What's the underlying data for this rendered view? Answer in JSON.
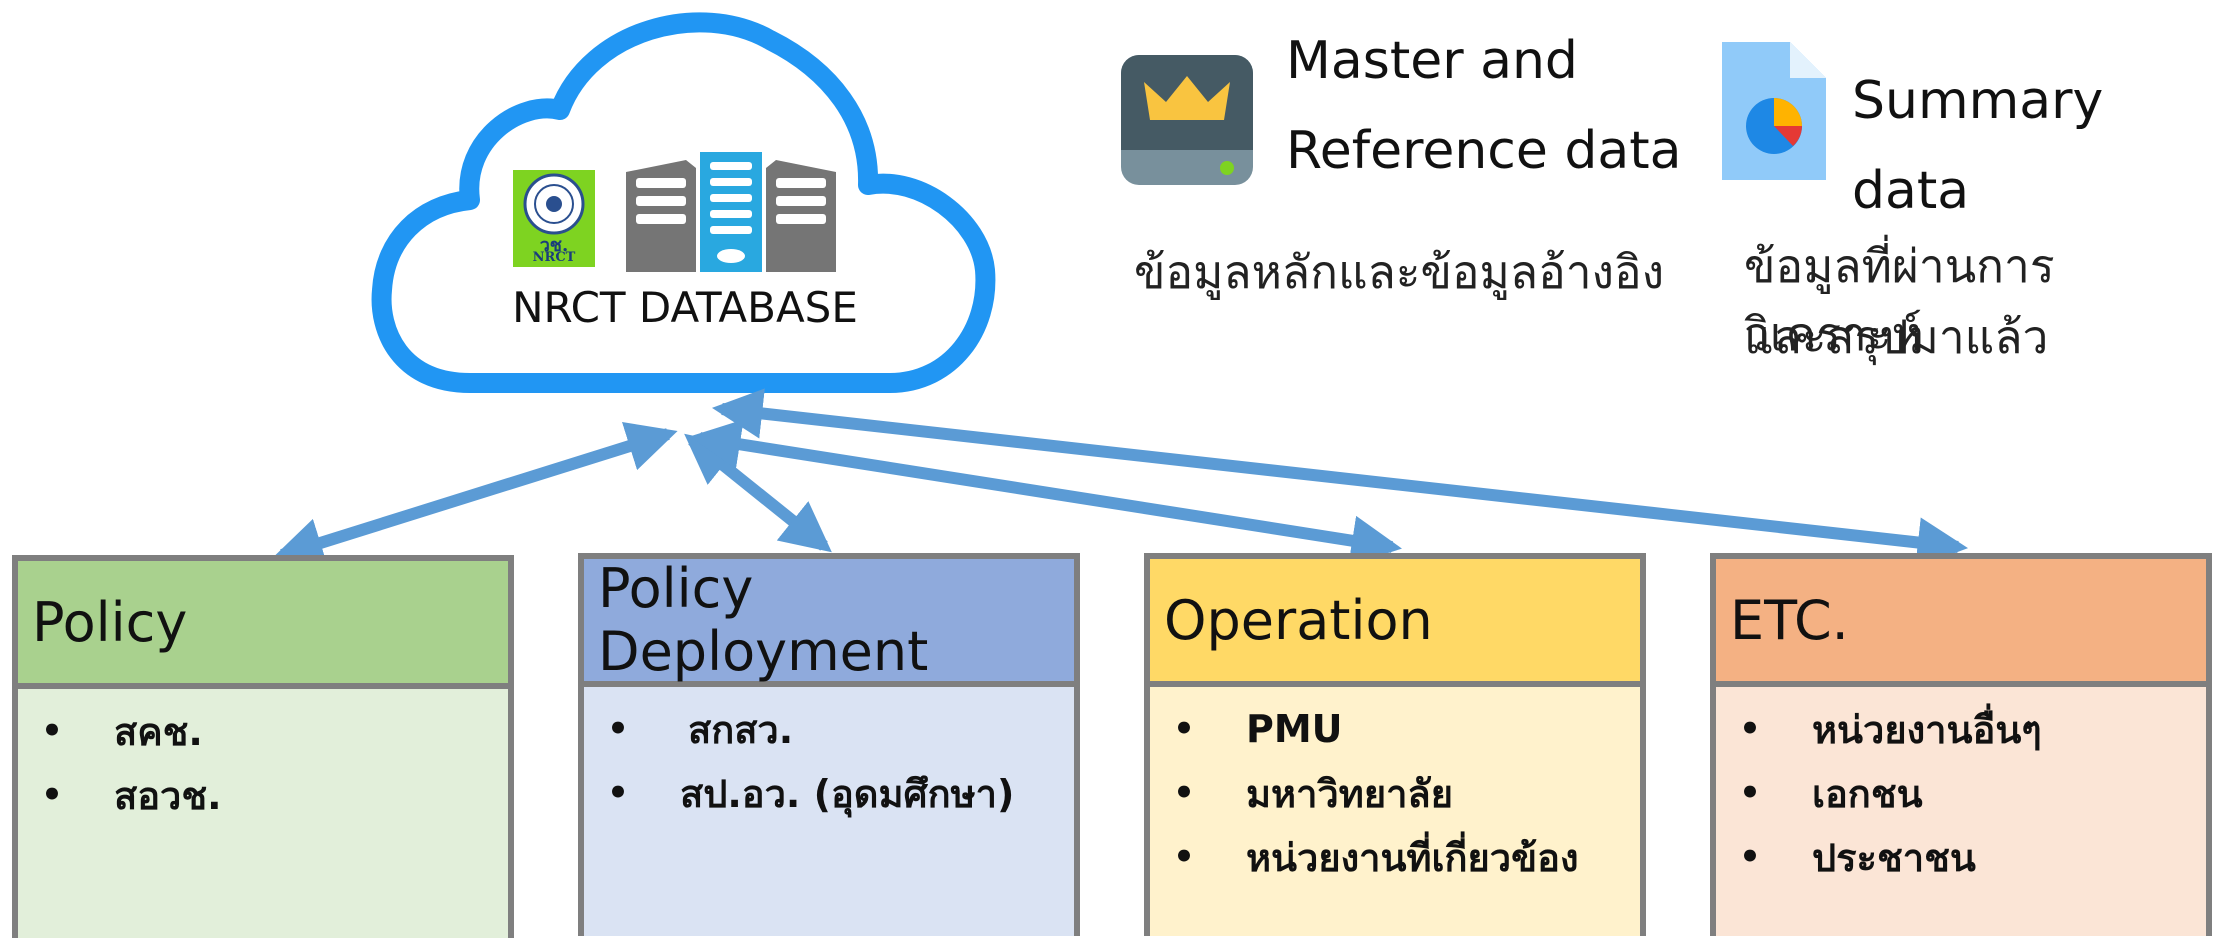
{
  "cloud": {
    "title": "NRCT DATABASE",
    "logo_text": "วช.",
    "logo_subtext": "NRCT"
  },
  "legend": [
    {
      "icon": "crown-server-icon",
      "title_line1": "Master and",
      "title_line2": "Reference data",
      "desc_line1": "ข้อมูลหลักและข้อมูลอ้างอิง",
      "desc_line2": ""
    },
    {
      "icon": "pie-document-icon",
      "title_line1": "Summary data",
      "title_line2": "",
      "desc_line1": "ข้อมูลที่ผ่านการวิเคราะห์",
      "desc_line2": "และสรุปมาแล้ว"
    }
  ],
  "boxes": [
    {
      "title": "Policy",
      "header_color": "#a9d18e",
      "body_color": "#e2efda",
      "items": [
        "สคช.",
        "สอวช."
      ]
    },
    {
      "title": "Policy Deployment",
      "header_color": "#8faadc",
      "body_color": "#dae3f3",
      "items": [
        "สกสว.",
        "สป.อว. (อุดมศึกษา)"
      ]
    },
    {
      "title": "Operation",
      "header_color": "#ffd966",
      "body_color": "#fff2cc",
      "items": [
        "PMU",
        "มหาวิทยาลัย",
        "หน่วยงานที่เกี่ยวข้อง"
      ]
    },
    {
      "title": "ETC.",
      "header_color": "#f4b183",
      "body_color": "#fbe5d6",
      "items": [
        "หน่วยงานอื่นๆ",
        "เอกชน",
        "ประชาชน"
      ]
    }
  ],
  "colors": {
    "cloud_stroke": "#2196f3",
    "arrow": "#5b9bd5",
    "box_border": "#7f7f7f",
    "server_gray": "#757575",
    "server_blue": "#29a8e0",
    "logo_green": "#7ed321"
  },
  "bullet_glyph": "•"
}
